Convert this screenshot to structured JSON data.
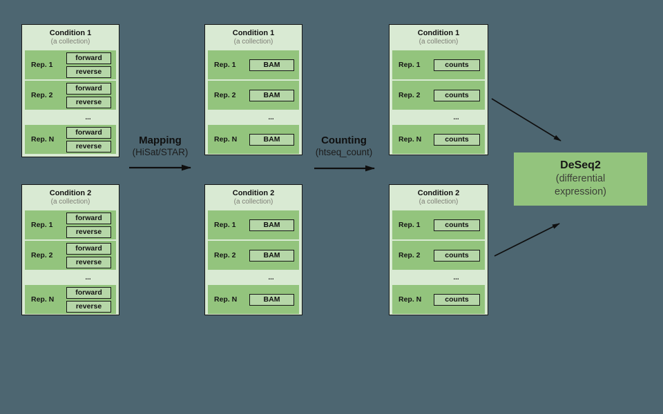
{
  "palette": {
    "background": "#4d6671",
    "collection_bg": "#d9ead3",
    "row_bg": "#93c47d",
    "chip_bg": "#b6d7a8",
    "deseq_bg": "#93c47d",
    "border": "#161616"
  },
  "boxes": [
    {
      "title": "Condition 1",
      "subtitle": "(a collection)",
      "ellipsis": "...",
      "rows": [
        {
          "label": "Rep. 1",
          "items": [
            "forward",
            "reverse"
          ]
        },
        {
          "label": "Rep. 2",
          "items": [
            "forward",
            "reverse"
          ]
        },
        {
          "label": "Rep. N",
          "items": [
            "forward",
            "reverse"
          ]
        }
      ]
    },
    {
      "title": "Condition 2",
      "subtitle": "(a collection)",
      "ellipsis": "...",
      "rows": [
        {
          "label": "Rep. 1",
          "items": [
            "forward",
            "reverse"
          ]
        },
        {
          "label": "Rep. 2",
          "items": [
            "forward",
            "reverse"
          ]
        },
        {
          "label": "Rep. N",
          "items": [
            "forward",
            "reverse"
          ]
        }
      ]
    },
    {
      "title": "Condition 1",
      "subtitle": "(a collection)",
      "ellipsis": "...",
      "rows": [
        {
          "label": "Rep. 1",
          "items": [
            "BAM"
          ]
        },
        {
          "label": "Rep. 2",
          "items": [
            "BAM"
          ]
        },
        {
          "label": "Rep. N",
          "items": [
            "BAM"
          ]
        }
      ]
    },
    {
      "title": "Condition 2",
      "subtitle": "(a collection)",
      "ellipsis": "...",
      "rows": [
        {
          "label": "Rep. 1",
          "items": [
            "BAM"
          ]
        },
        {
          "label": "Rep. 2",
          "items": [
            "BAM"
          ]
        },
        {
          "label": "Rep. N",
          "items": [
            "BAM"
          ]
        }
      ]
    },
    {
      "title": "Condition 1",
      "subtitle": "(a collection)",
      "ellipsis": "...",
      "rows": [
        {
          "label": "Rep. 1",
          "items": [
            "counts"
          ]
        },
        {
          "label": "Rep. 2",
          "items": [
            "counts"
          ]
        },
        {
          "label": "Rep. N",
          "items": [
            "counts"
          ]
        }
      ]
    },
    {
      "title": "Condition 2",
      "subtitle": "(a collection)",
      "ellipsis": "...",
      "rows": [
        {
          "label": "Rep. 1",
          "items": [
            "counts"
          ]
        },
        {
          "label": "Rep. 2",
          "items": [
            "counts"
          ]
        },
        {
          "label": "Rep. N",
          "items": [
            "counts"
          ]
        }
      ]
    }
  ],
  "arrows": [
    {
      "label": "Mapping",
      "sublabel": "(HiSat/STAR)"
    },
    {
      "label": "Counting",
      "sublabel": "(htseq_count)"
    }
  ],
  "deseq": {
    "title": "DeSeq2",
    "subtitle": "(differential\nexpression)"
  }
}
